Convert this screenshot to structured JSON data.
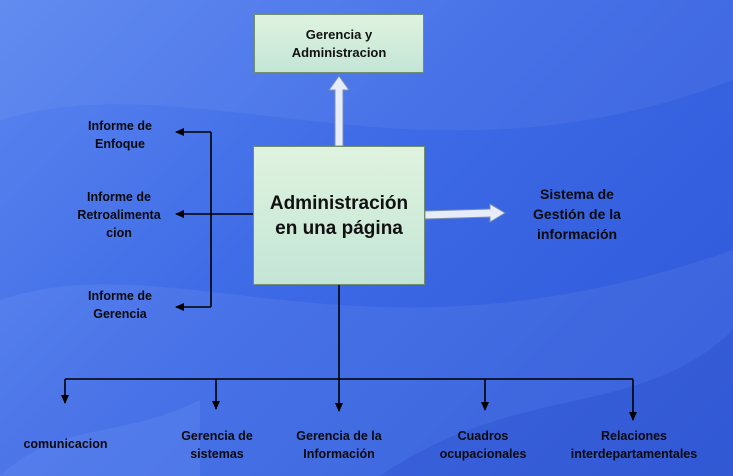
{
  "top_box": {
    "line1": "Gerencia y",
    "line2": "Administracion"
  },
  "main_box": {
    "line1": "Administración",
    "line2": "en una página"
  },
  "right_label": {
    "line1": "Sistema de",
    "line2": "Gestión de la",
    "line3": "información"
  },
  "left_items": [
    {
      "line1": "Informe de",
      "line2": "Enfoque"
    },
    {
      "line1": "Informe de",
      "line2": "Retroalimenta",
      "line3": "cion"
    },
    {
      "line1": "Informe de",
      "line2": "Gerencia"
    }
  ],
  "bottom_items": [
    {
      "line1": "comunicacion"
    },
    {
      "line1": "Gerencia de",
      "line2": "sistemas"
    },
    {
      "line1": "Gerencia de la",
      "line2": "Información"
    },
    {
      "line1": "Cuadros",
      "line2": "ocupacionales"
    },
    {
      "line1": "Relaciones",
      "line2": "interdepartamentales"
    }
  ],
  "colors": {
    "background": "#3d6ae6",
    "box_fill": "#d4ecd8",
    "line": "#000000",
    "hollow_arrow": "#dfe8f5"
  }
}
